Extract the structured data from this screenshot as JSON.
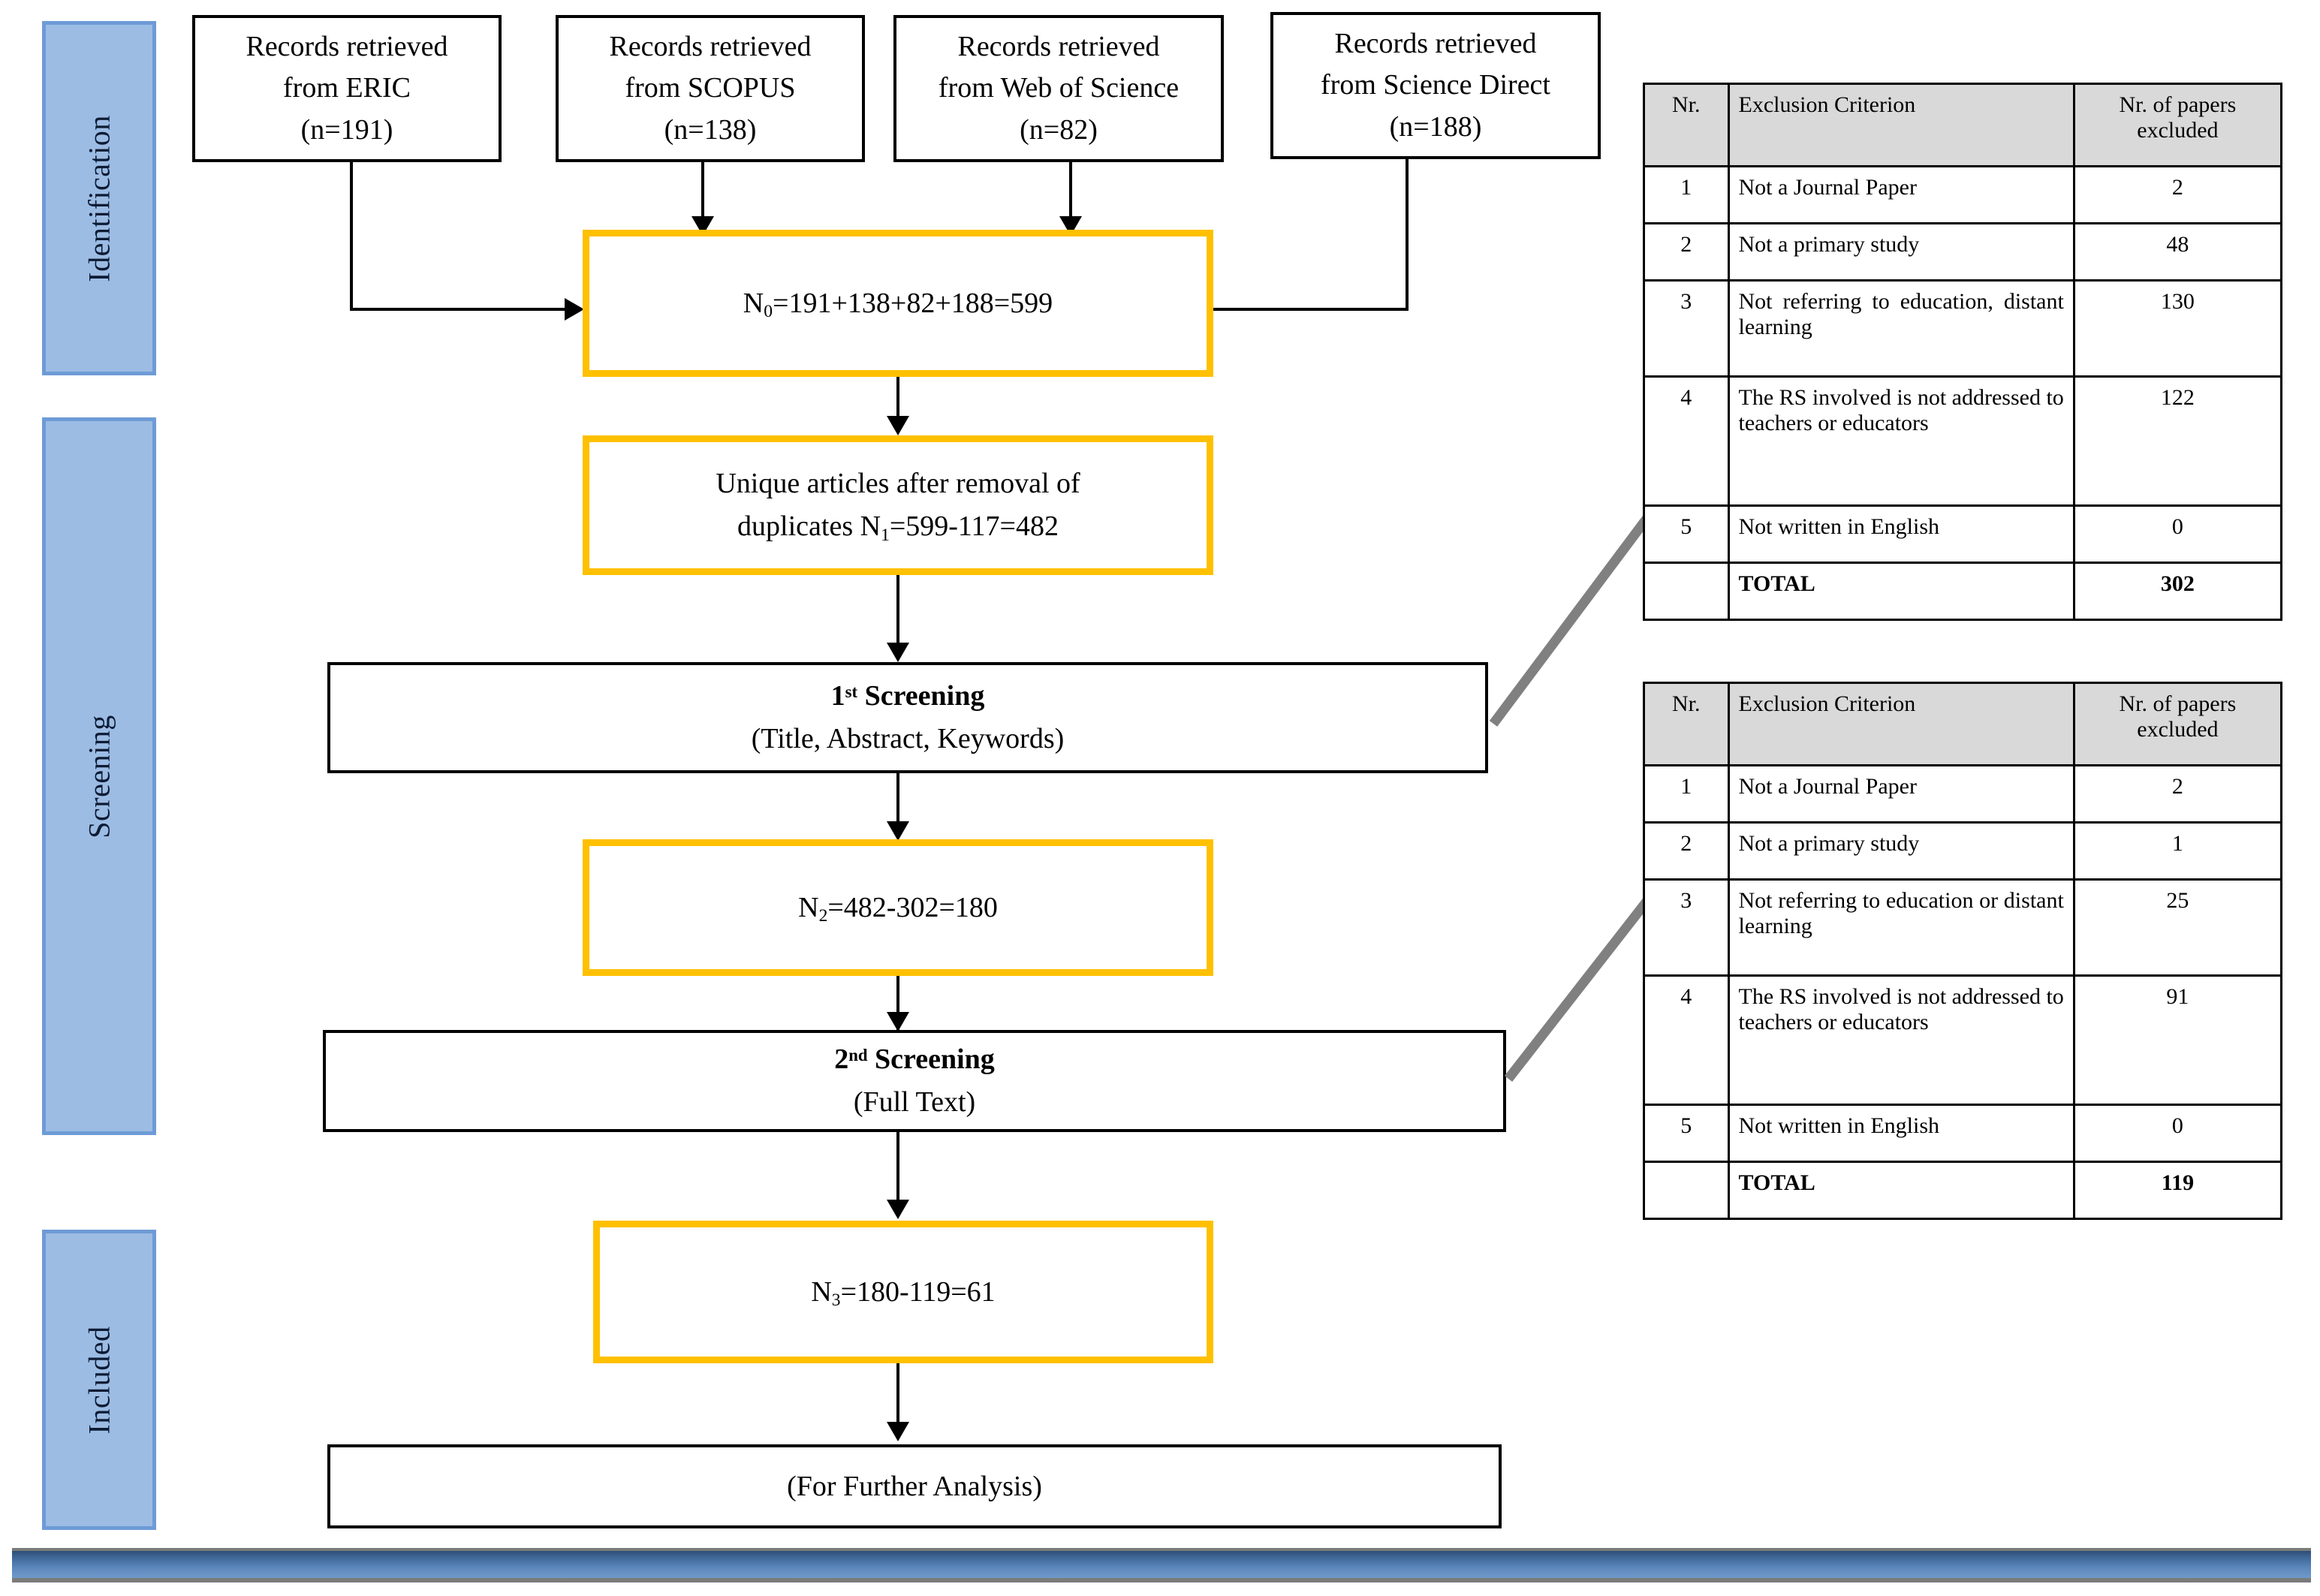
{
  "diagram": {
    "type": "PRISMA flow diagram",
    "stages": [
      {
        "label": "Identification"
      },
      {
        "label": "Screening"
      },
      {
        "label": "Included"
      }
    ],
    "sources": [
      {
        "line1": "Records retrieved",
        "line2": "from ERIC",
        "line3": "(n=191)",
        "database": "ERIC",
        "n": 191
      },
      {
        "line1": "Records retrieved",
        "line2": "from SCOPUS",
        "line3": "(n=138)",
        "database": "SCOPUS",
        "n": 138
      },
      {
        "line1": "Records retrieved",
        "line2": "from Web of Science",
        "line3": "(n=82)",
        "database": "Web of Science",
        "n": 82
      },
      {
        "line1": "Records retrieved",
        "line2": "from Science  Direct",
        "line3": "(n=188)",
        "database": "Science Direct",
        "n": 188
      }
    ],
    "flow": {
      "n0": {
        "prefix": "N",
        "sub": "0",
        "expr": "=191+138+82+188=599",
        "total": 599
      },
      "dedup": {
        "line1": "Unique articles after removal of",
        "line2_prefix": "duplicates N",
        "line2_sub": "1",
        "line2_expr": "=599-117=482",
        "total": 482
      },
      "screening1": {
        "title_num": "1",
        "title_sup": "st",
        "title_rest": " Screening",
        "subtitle": "(Title, Abstract, Keywords)"
      },
      "n2": {
        "prefix": "N",
        "sub": "2",
        "expr": "=482-302=180",
        "total": 180
      },
      "screening2": {
        "title_num": "2",
        "title_sup": "nd",
        "title_rest": " Screening",
        "subtitle": "(Full Text)"
      },
      "n3": {
        "prefix": "N",
        "sub": "3",
        "expr": "=180-119=61",
        "total": 61
      },
      "final": {
        "label": "(For Further Analysis)"
      }
    },
    "tables": [
      {
        "id": "exclusion-table-1",
        "headers": [
          "Nr.",
          "Exclusion Criterion",
          "Nr. of papers excluded"
        ],
        "rows": [
          {
            "nr": "1",
            "criterion": "Not a Journal Paper",
            "count": "2"
          },
          {
            "nr": "2",
            "criterion": "Not a primary study",
            "count": "48"
          },
          {
            "nr": "3",
            "criterion": "Not referring to education, distant learning",
            "count": "130"
          },
          {
            "nr": "4",
            "criterion": "The RS involved is not addressed to teachers or educators",
            "count": "122"
          },
          {
            "nr": "5",
            "criterion": "Not written in English",
            "count": "0"
          }
        ],
        "total": {
          "nr": "",
          "criterion": "TOTAL",
          "count": "302"
        }
      },
      {
        "id": "exclusion-table-2",
        "headers": [
          "Nr.",
          "Exclusion Criterion",
          "Nr. of papers excluded"
        ],
        "rows": [
          {
            "nr": "1",
            "criterion": "Not a Journal Paper",
            "count": "2"
          },
          {
            "nr": "2",
            "criterion": "Not a primary study",
            "count": "1"
          },
          {
            "nr": "3",
            "criterion": "Not referring to education or distant learning",
            "count": "25"
          },
          {
            "nr": "4",
            "criterion": "The RS involved is not addressed to teachers or educators",
            "count": "91"
          },
          {
            "nr": "5",
            "criterion": "Not written in English",
            "count": "0"
          }
        ],
        "total": {
          "nr": "",
          "criterion": "TOTAL",
          "count": "119"
        }
      }
    ],
    "colors": {
      "stage_fill": "#9CBCE4",
      "stage_border": "#6E9BD6",
      "flow_accent": "#FFC000",
      "table_header": "#D9D9D9",
      "callout_arrow": "#808080",
      "bottom_bar": "#3E6695"
    }
  }
}
